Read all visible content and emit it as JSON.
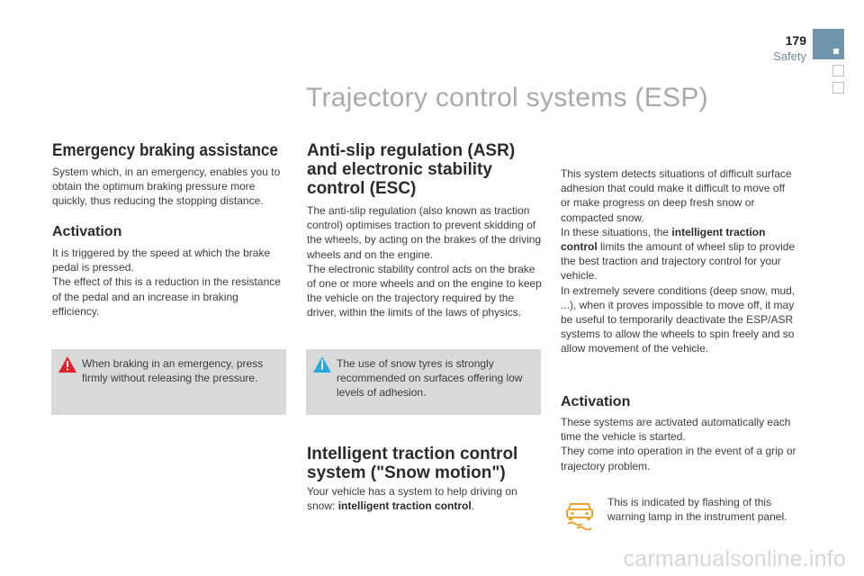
{
  "header": {
    "page_number": "179",
    "section": "Safety",
    "title": "Trajectory control systems (ESP)"
  },
  "col1": {
    "heading": "Emergency braking assistance",
    "intro": "System which, in an emergency, enables you to obtain the optimum braking pressure more quickly, thus reducing the stopping distance.",
    "activation_heading": "Activation",
    "activation_p1": "It is triggered by the speed at which the brake pedal is pressed.",
    "activation_p2": "The effect of this is a reduction in the resistance of the pedal and an increase in braking efficiency.",
    "warning_text": "When braking in an emergency, press firmly without releasing the pressure."
  },
  "col2": {
    "heading": "Anti-slip regulation (ASR) and electronic stability control (ESC)",
    "p1": "The anti-slip regulation (also known as traction control) optimises traction to prevent skidding of the wheels, by acting on the brakes of the driving wheels and on the engine.",
    "p2": "The electronic stability control acts on the brake of one or more wheels and on the engine to keep the vehicle on the trajectory required by the driver, within the limits of the laws of physics.",
    "info_text": "The use of snow tyres is strongly recommended on surfaces offering low levels of adhesion.",
    "snow_heading": "Intelligent traction control system (\"Snow motion\")",
    "snow_text": "Your vehicle has a system to help driving on snow: ",
    "snow_bold": "intelligent traction control",
    "snow_end": "."
  },
  "col3": {
    "p1": "This system detects situations of difficult surface adhesion that could make it difficult to move off or make progress on deep fresh snow or compacted snow.",
    "p2_pre": "In these situations, the ",
    "p2_bold": "intelligent traction control",
    "p2_post": " limits the amount of wheel slip to provide the best traction and trajectory control for your vehicle.",
    "p3": "In extremely severe conditions (deep snow, mud, ...), when it proves impossible to move off, it may be useful to temporarily deactivate the ESP/ASR systems to allow the wheels to spin freely and so allow movement of the vehicle.",
    "activation_heading": "Activation",
    "activation_p1": "These systems are activated automatically each time the vehicle is started.",
    "activation_p2": "They come into operation in the event of a grip or trajectory problem.",
    "lamp_text": "This is indicated by flashing of this warning lamp in the instrument panel."
  },
  "watermark": "carmanualsonline.info",
  "colors": {
    "accent_blue": "#6f96ad",
    "notice_bg": "#d9d9d9",
    "warning_red": "#e3232b",
    "info_blue": "#29a8e0",
    "lamp_orange": "#f0a22f"
  },
  "icons": [
    "warning-icon",
    "info-icon",
    "esp-warning-lamp-icon"
  ]
}
